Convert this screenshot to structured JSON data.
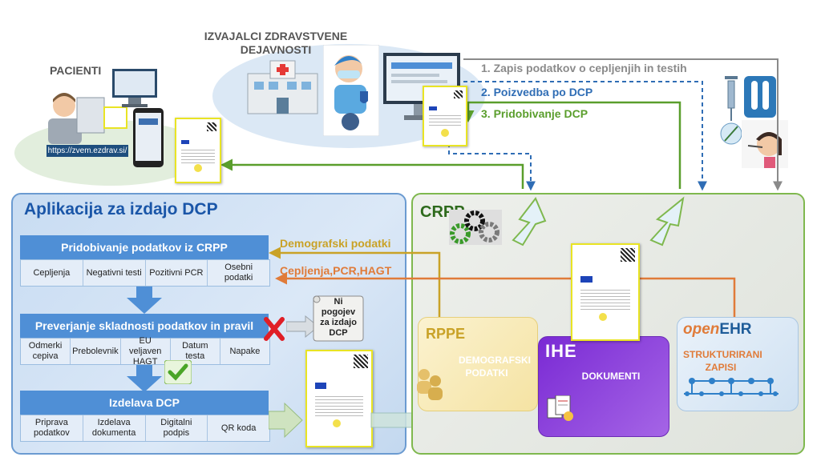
{
  "top": {
    "patients_label": "PACIENTI",
    "providers_label": "IZVAJALCI ZDRAVSTVENE DEJAVNOSTI",
    "url_text": "https://zvem.ezdrav.si/",
    "flow_labels": [
      {
        "text": "1. Zapis podatkov o cepljenjih in testih",
        "color": "#8a8a8a"
      },
      {
        "text": "2. Poizvedba po DCP",
        "color": "#2f6db5"
      },
      {
        "text": "3. Pridobivanje DCP",
        "color": "#5a9e2c"
      }
    ]
  },
  "app": {
    "title": "Aplikacija za izdajo DCP",
    "sections": [
      {
        "title": "Pridobivanje  podatkov  iz CRPP",
        "cells": [
          "Cepljenja",
          "Negativni testi",
          "Pozitivni PCR",
          "Osebni podatki"
        ]
      },
      {
        "title": "Preverjanje skladnosti podatkov in pravil",
        "cells": [
          "Odmerki cepiva",
          "Prebolevnik",
          "EU veljaven HAGT",
          "Datum testa",
          "Napake"
        ]
      },
      {
        "title": "Izdelava DCP",
        "cells": [
          "Priprava podatkov",
          "Izdelava dokumenta",
          "Digitalni podpis",
          "QR koda"
        ]
      }
    ],
    "no_conditions_note": "Ni pogojev za izdajo DCP"
  },
  "flows": {
    "demographic": "Demografski podatki",
    "vaccination": "Cepljenja,PCR,HAGT"
  },
  "crpp": {
    "title": "CRPP",
    "rppe": {
      "title": "RPPE",
      "text": "DEMOGRAFSKI PODATKI"
    },
    "ihe": {
      "title": "IHE",
      "text": "DOKUMENTI"
    },
    "openehr": {
      "title_open": "open",
      "title_ehr": "EHR",
      "text": "STRUKTURIRANI ZAPISI"
    }
  },
  "colors": {
    "app_blue": "#4f8fd6",
    "crpp_green": "#7fb84e",
    "orange": "#e07b39",
    "gold": "#c9a227",
    "gray_flow": "#8a8a8a",
    "blue_flow": "#2f6db5",
    "green_flow": "#5a9e2c"
  }
}
